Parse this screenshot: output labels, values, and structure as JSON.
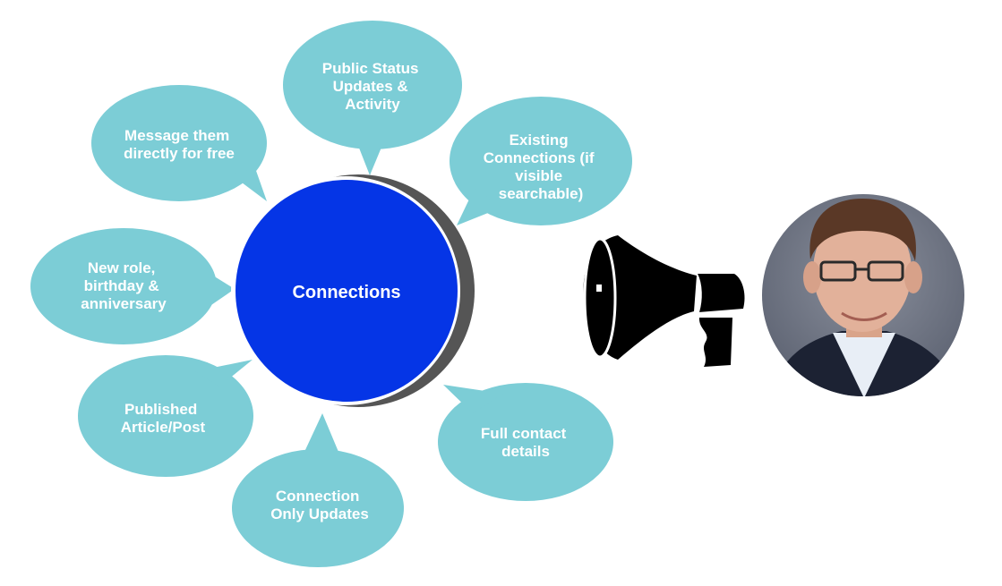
{
  "center": {
    "label": "Connections"
  },
  "bubbles": [
    {
      "lines": [
        "Public Status",
        "Updates &",
        "Activity"
      ]
    },
    {
      "lines": [
        "Existing",
        "Connections (if",
        "visible",
        "searchable)"
      ]
    },
    {
      "lines": [
        "Message them",
        "directly for free"
      ]
    },
    {
      "lines": [
        "New role,",
        "birthday &",
        "anniversary"
      ]
    },
    {
      "lines": [
        "Published",
        "Article/Post"
      ]
    },
    {
      "lines": [
        "Connection",
        "Only Updates"
      ]
    },
    {
      "lines": [
        "Full contact",
        "details"
      ]
    }
  ],
  "icons": {
    "megaphone": "megaphone-icon",
    "avatar": "profile-photo"
  },
  "colors": {
    "bubble": "#7ccdd6",
    "center": "#0535e6",
    "shadow": "#555555"
  }
}
